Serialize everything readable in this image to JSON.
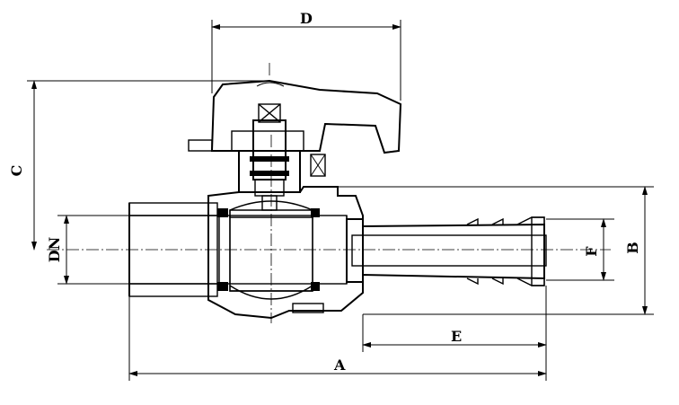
{
  "drawing": {
    "dimensions": {
      "A": "A",
      "B": "B",
      "C": "C",
      "D": "D",
      "E": "E",
      "F": "F",
      "DN": "DN"
    }
  }
}
